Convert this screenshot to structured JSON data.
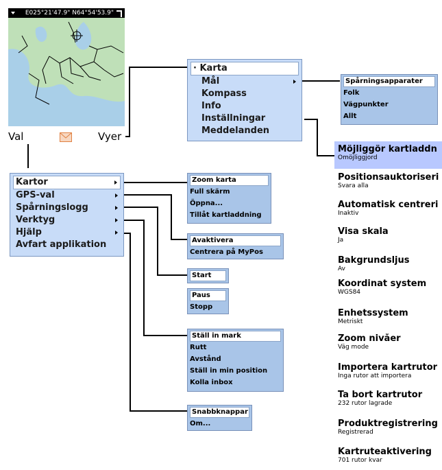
{
  "phone": {
    "coords": "E025°21'47.9\" N64°54'53.9\"",
    "left_softkey": "Val",
    "right_softkey": "Vyer",
    "message_icon": "envelope-icon"
  },
  "views_menu": [
    "Karta",
    "Mål",
    "Kompass",
    "Info",
    "Inställningar",
    "Meddelanden"
  ],
  "targets_submenu": [
    "Spårningsapparater",
    "Folk",
    "Vägpunkter",
    "Allt"
  ],
  "main_menu": [
    "Kartor",
    "GPS-val",
    "Spårningslogg",
    "Verktyg",
    "Hjälp",
    "Avfart applikation"
  ],
  "maps_submenu": [
    "Zoom karta",
    "Full skärm",
    "Öppna...",
    "Tillåt kartladdning"
  ],
  "gps_submenu": [
    "Avaktivera",
    "Centrera på MyPos"
  ],
  "log_start_submenu": [
    "Start"
  ],
  "log_pause_submenu": [
    "Paus",
    "Stopp"
  ],
  "tools_submenu": [
    "Ställ in mark",
    "Rutt",
    "Avstånd",
    "Ställ in min position",
    "Kolla inbox"
  ],
  "help_submenu": [
    "Snabbknappar",
    "Om..."
  ],
  "settings": [
    {
      "title": "Möjliggör kartladdn",
      "value": "Omöjliggjord"
    },
    {
      "title": "Positionsauktoriseri",
      "value": "Svara alla"
    },
    {
      "title": "Automatisk centreri",
      "value": "Inaktiv"
    },
    {
      "title": "Visa skala",
      "value": "Ja"
    },
    {
      "title": "Bakgrundsljus",
      "value": "Av"
    },
    {
      "title": "Koordinat system",
      "value": "WGS84"
    },
    {
      "title": "Enhetssystem",
      "value": "Metriskt"
    },
    {
      "title": "Zoom nivåer",
      "value": "Väg mode"
    },
    {
      "title": "Importera kartrutor",
      "value": "Inga rutor att importera"
    },
    {
      "title": "Ta bort kartrutor",
      "value": "232 rutor lagrade"
    },
    {
      "title": "Produktregistrering",
      "value": "Registrerad"
    },
    {
      "title": "Kartruteaktivering",
      "value": "701 rutor kvar"
    }
  ]
}
